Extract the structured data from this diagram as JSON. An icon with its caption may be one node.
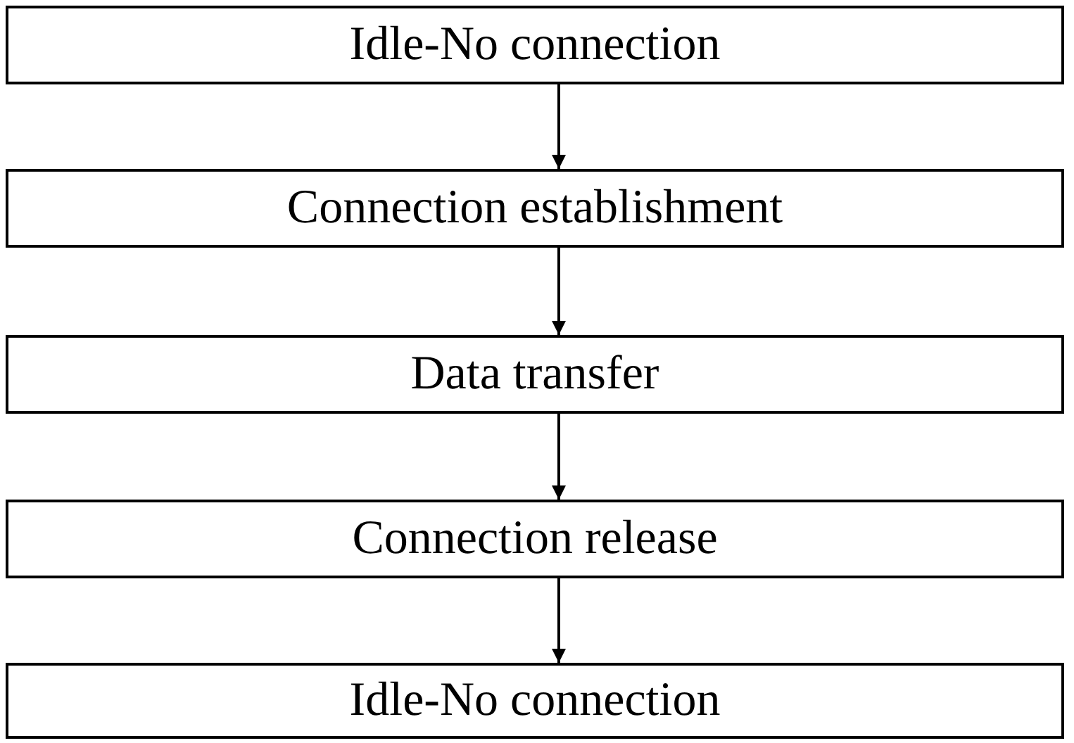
{
  "diagram": {
    "nodes": [
      {
        "text": [
          "Idle-No connection"
        ]
      },
      {
        "text": [
          "Connection establishment"
        ]
      },
      {
        "text": [
          "Data transfer"
        ]
      },
      {
        "text": [
          "Connection release"
        ]
      },
      {
        "text": [
          "Idle-No connection"
        ]
      }
    ],
    "edges": [
      {
        "from": 0,
        "to": 1,
        "arrow": "to"
      },
      {
        "from": 1,
        "to": 2,
        "arrow": "to"
      },
      {
        "from": 2,
        "to": 3,
        "arrow": "to"
      },
      {
        "from": 3,
        "to": 4,
        "arrow": "to"
      }
    ]
  }
}
